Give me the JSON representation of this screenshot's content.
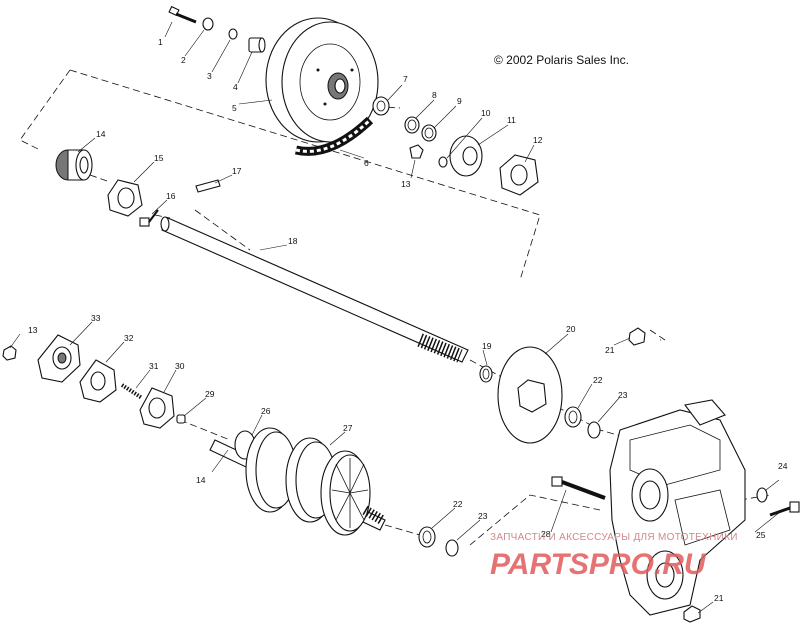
{
  "copyright": "© 2002 Polaris Sales Inc.",
  "watermark": {
    "line1": "ЗАПЧАСТИ И АКСЕССУАРЫ ДЛЯ МОТОТЕХНИКИ",
    "line2": "PARTSPRO.RU",
    "color": "#e25b5b"
  },
  "callouts": [
    "1",
    "2",
    "3",
    "4",
    "5",
    "6",
    "7",
    "8",
    "9",
    "10",
    "11",
    "12",
    "13",
    "14",
    "15",
    "16",
    "17",
    "18",
    "19",
    "20",
    "21",
    "22",
    "23",
    "24",
    "25",
    "26",
    "27",
    "28",
    "29",
    "30",
    "31",
    "32",
    "33"
  ],
  "callout_labels": {
    "c1": "1",
    "c2": "2",
    "c3": "3",
    "c4": "4",
    "c5": "5",
    "c6": "6",
    "c7": "7",
    "c8": "8",
    "c9": "9",
    "c10": "10",
    "c11": "11",
    "c12": "12",
    "c13a": "13",
    "c14a": "14",
    "c15": "15",
    "c16": "16",
    "c17": "17",
    "c18": "18",
    "c13b": "13",
    "c33": "33",
    "c32": "32",
    "c31": "31",
    "c30": "30",
    "c29": "29",
    "c26": "26",
    "c27": "27",
    "c14b": "14",
    "c19": "19",
    "c20": "20",
    "c21a": "21",
    "c22a": "22",
    "c23a": "23",
    "c22b": "22",
    "c23b": "23",
    "c24": "24",
    "c28": "28",
    "c25": "25",
    "c21b": "21"
  }
}
